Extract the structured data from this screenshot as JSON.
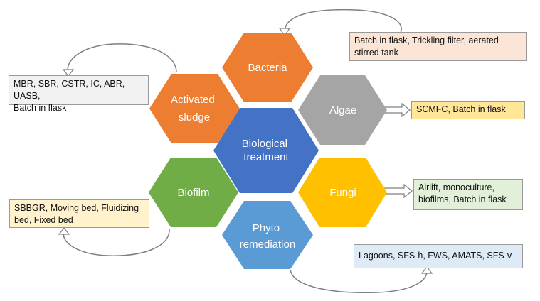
{
  "hexagons": {
    "center": {
      "lines": [
        "Biological",
        "treatment"
      ],
      "color": "#4472C4"
    },
    "bacteria": {
      "lines": [
        "Bacteria"
      ],
      "color": "#ED7D31"
    },
    "activated_sludge": {
      "lines": [
        "Activated",
        "sludge"
      ],
      "color": "#ED7D31"
    },
    "algae": {
      "lines": [
        "Algae"
      ],
      "color": "#A5A5A5"
    },
    "biofilm": {
      "lines": [
        "Biofilm"
      ],
      "color": "#70AD47"
    },
    "fungi": {
      "lines": [
        "Fungi"
      ],
      "color": "#FFC000"
    },
    "phyto": {
      "lines": [
        "Phyto",
        "remediation"
      ],
      "color": "#5B9BD5"
    }
  },
  "boxes": {
    "bacteria": {
      "lines": [
        "Batch in flask, Trickling filter, aerated",
        "stirred tank"
      ],
      "bg": "#FBE5D6"
    },
    "activated_sludge": {
      "lines": [
        "MBR, SBR, CSTR, IC, ABR, UASB,",
        "Batch in flask"
      ],
      "bg": "#F2F2F2"
    },
    "algae": {
      "lines": [
        "SCMFC, Batch in flask"
      ],
      "bg": "#FFE699"
    },
    "biofilm": {
      "lines": [
        "SBBGR, Moving bed, Fluidizing",
        "bed, Fixed bed"
      ],
      "bg": "#FFF2CC"
    },
    "fungi": {
      "lines": [
        "Airlift, monoculture,",
        "biofilms, Batch in flask"
      ],
      "bg": "#E2F0D9"
    },
    "phyto": {
      "lines": [
        "Lagoons, SFS-h, FWS, AMATS, SFS-v"
      ],
      "bg": "#DEEBF7"
    }
  }
}
